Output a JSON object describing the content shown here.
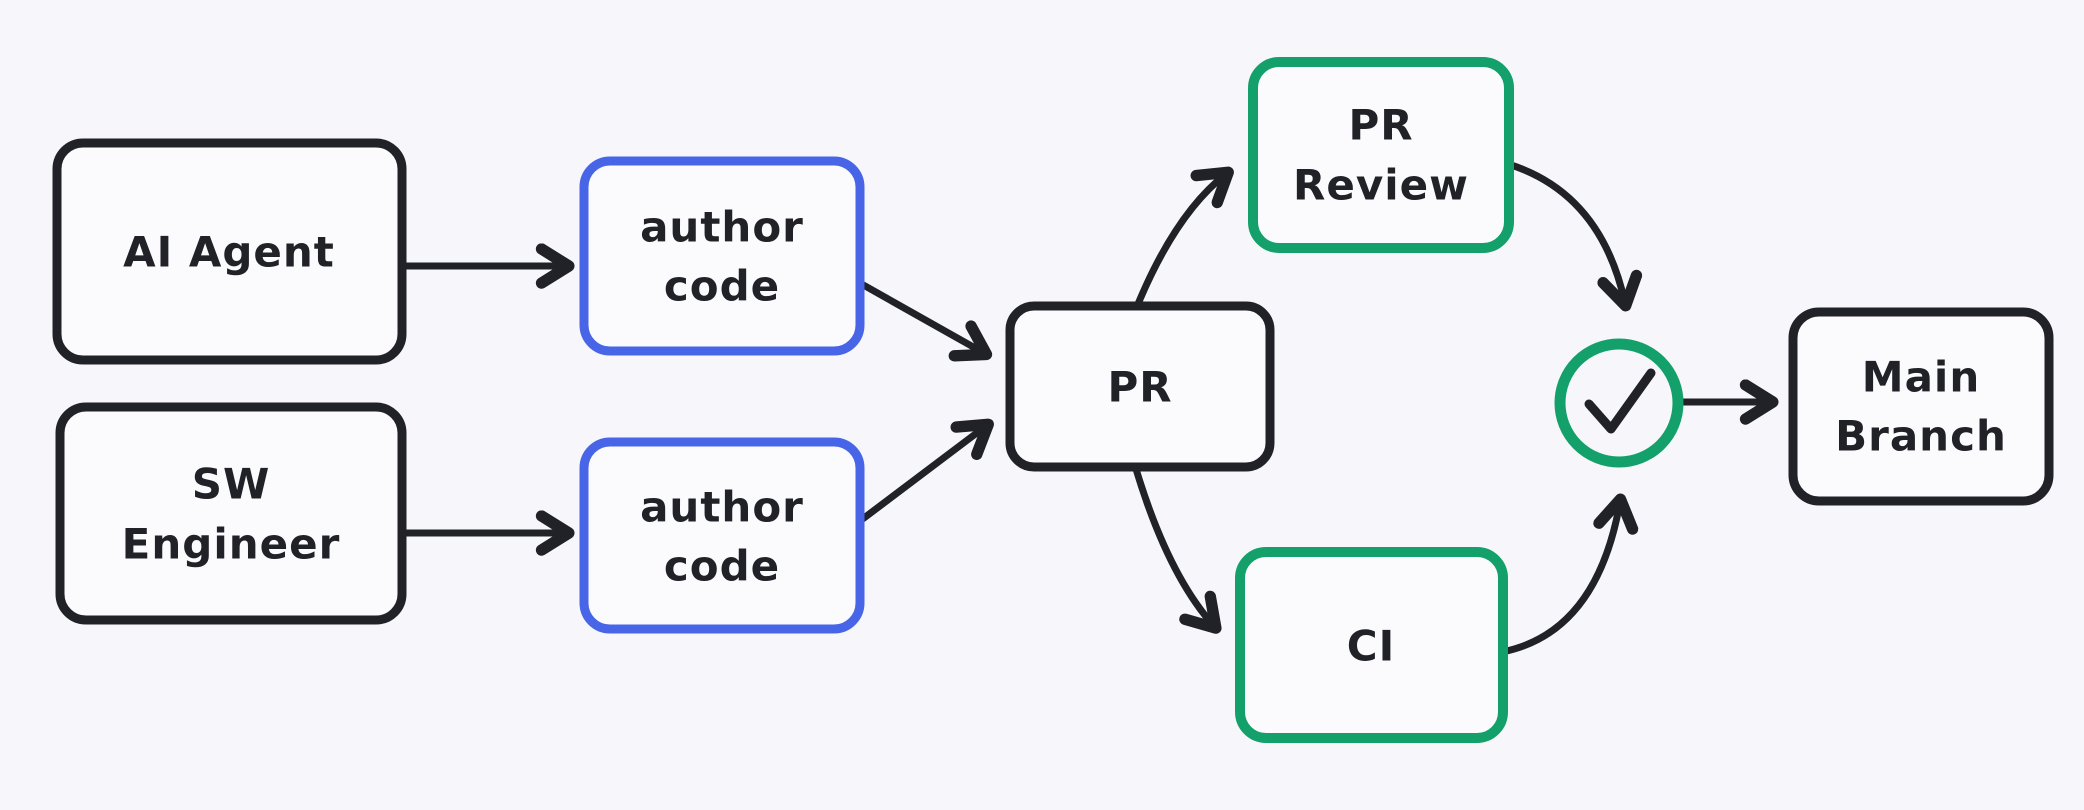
{
  "colors": {
    "background": "#f7f7fb",
    "box_fill": "#fbfbfe",
    "black": "#212128",
    "blue": "#4765e6",
    "green": "#14a06a"
  },
  "diagram": {
    "nodes": {
      "ai_agent": {
        "label": "AI Agent"
      },
      "sw_engineer": {
        "line1": "SW",
        "line2": "Engineer"
      },
      "author_code_1": {
        "line1": "author",
        "line2": "code"
      },
      "author_code_2": {
        "line1": "author",
        "line2": "code"
      },
      "pr": {
        "label": "PR"
      },
      "pr_review": {
        "line1": "PR",
        "line2": "Review"
      },
      "ci": {
        "label": "CI"
      },
      "approval": {
        "icon": "checkmark"
      },
      "main_branch": {
        "line1": "Main",
        "line2": "Branch"
      }
    },
    "edges": [
      {
        "from": "ai_agent",
        "to": "author_code_1"
      },
      {
        "from": "sw_engineer",
        "to": "author_code_2"
      },
      {
        "from": "author_code_1",
        "to": "pr"
      },
      {
        "from": "author_code_2",
        "to": "pr"
      },
      {
        "from": "pr",
        "to": "pr_review"
      },
      {
        "from": "pr",
        "to": "ci"
      },
      {
        "from": "pr_review",
        "to": "approval"
      },
      {
        "from": "ci",
        "to": "approval"
      },
      {
        "from": "approval",
        "to": "main_branch"
      }
    ]
  }
}
